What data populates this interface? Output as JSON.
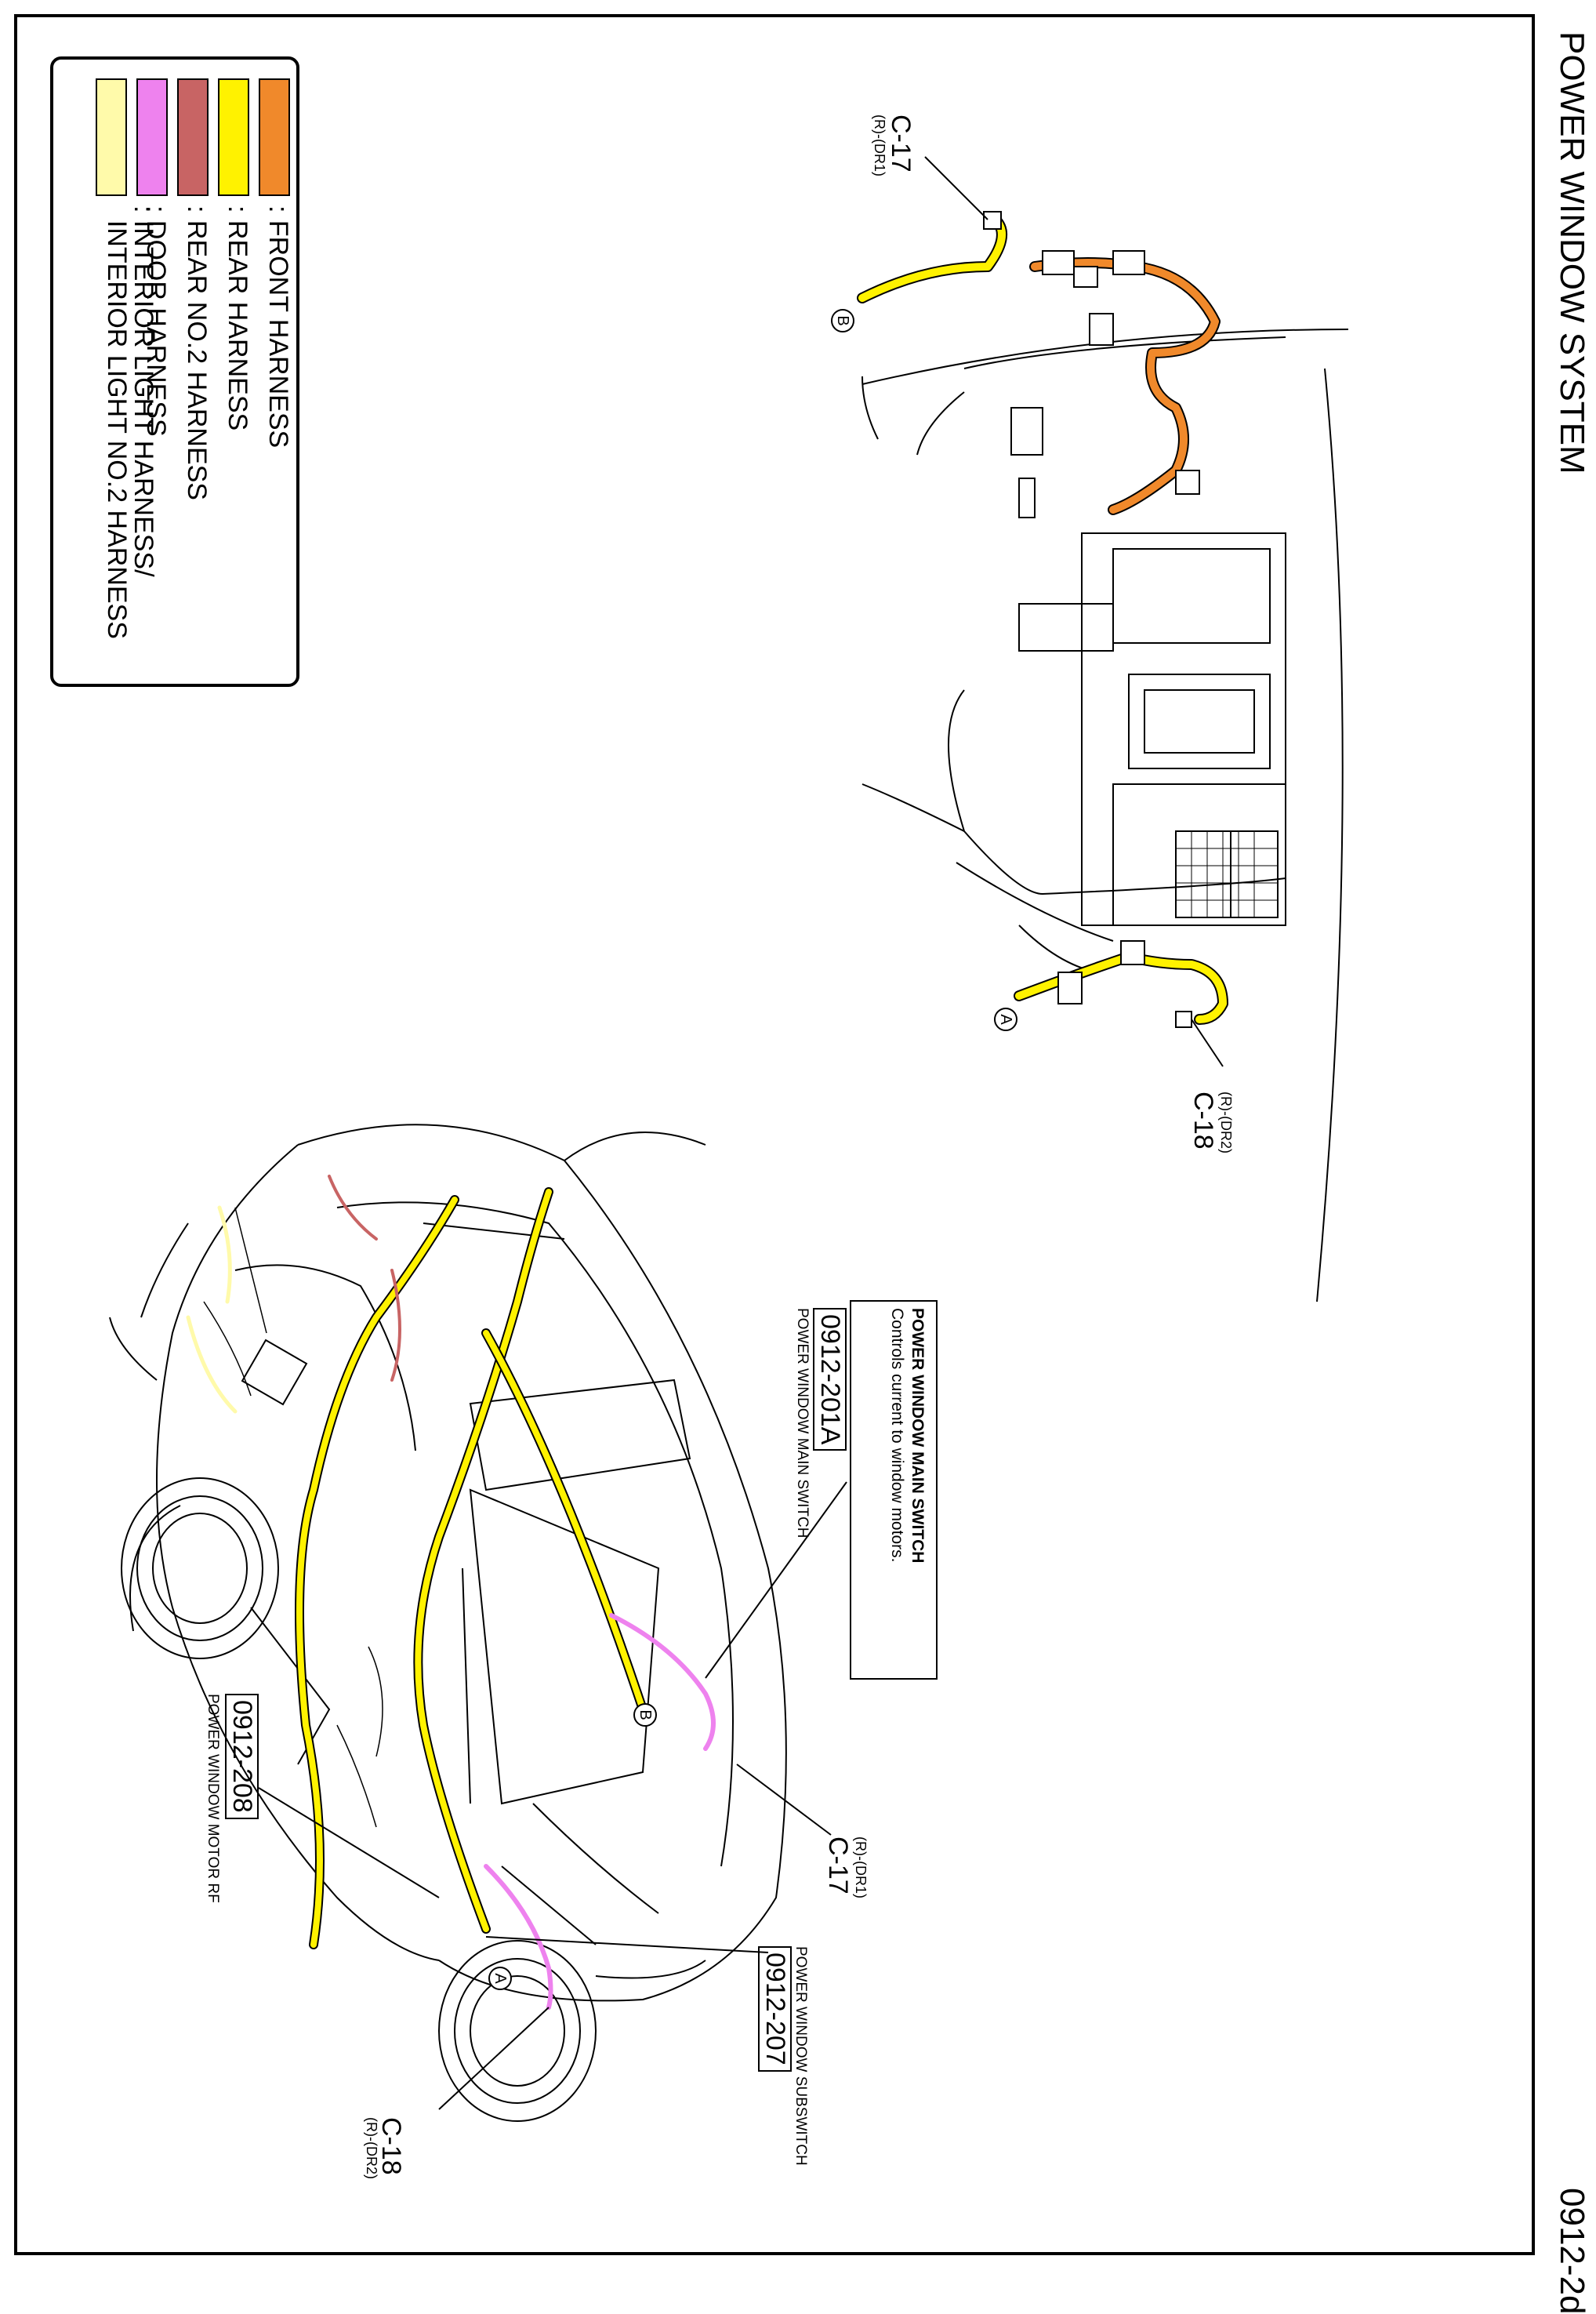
{
  "title": "POWER WINDOW SYSTEM",
  "page_number": "0912-2d",
  "legend": [
    {
      "label": ": FRONT HARNESS",
      "color": "#f0892b"
    },
    {
      "label": ": REAR HARNESS",
      "color": "#fff200"
    },
    {
      "label": ": REAR NO.2 HARNESS",
      "color": "#c86464"
    },
    {
      "label": ": DOOR HARNESS",
      "color": "#ee82ee"
    },
    {
      "label": ": INTERIOR LIGHT HARNESS/\n  INTERIOR LIGHT NO.2 HARNESS",
      "color": "#fffaaa"
    }
  ],
  "callout": {
    "heading": "POWER WINDOW MAIN SWITCH",
    "description": "Controls current to window motors."
  },
  "components": [
    {
      "code": "0912-201A",
      "name": "POWER WINDOW MAIN SWITCH"
    },
    {
      "code": "0912-208",
      "name": "POWER WINDOW MOTOR RF"
    },
    {
      "code": "0912-207",
      "name": "POWER WINDOW SUBSWITCH"
    }
  ],
  "connectors": {
    "c17_top": {
      "id": "C-17",
      "sub": "(R)-(DR1)"
    },
    "c18_top": {
      "id": "C-18",
      "sub": "(R)-(DR2)"
    },
    "c17_car": {
      "id": "C-17",
      "sub": "(R)-(DR1)"
    },
    "c18_car": {
      "id": "C-18",
      "sub": "(R)-(DR2)"
    }
  },
  "markers": {
    "a": "A",
    "b": "B"
  }
}
